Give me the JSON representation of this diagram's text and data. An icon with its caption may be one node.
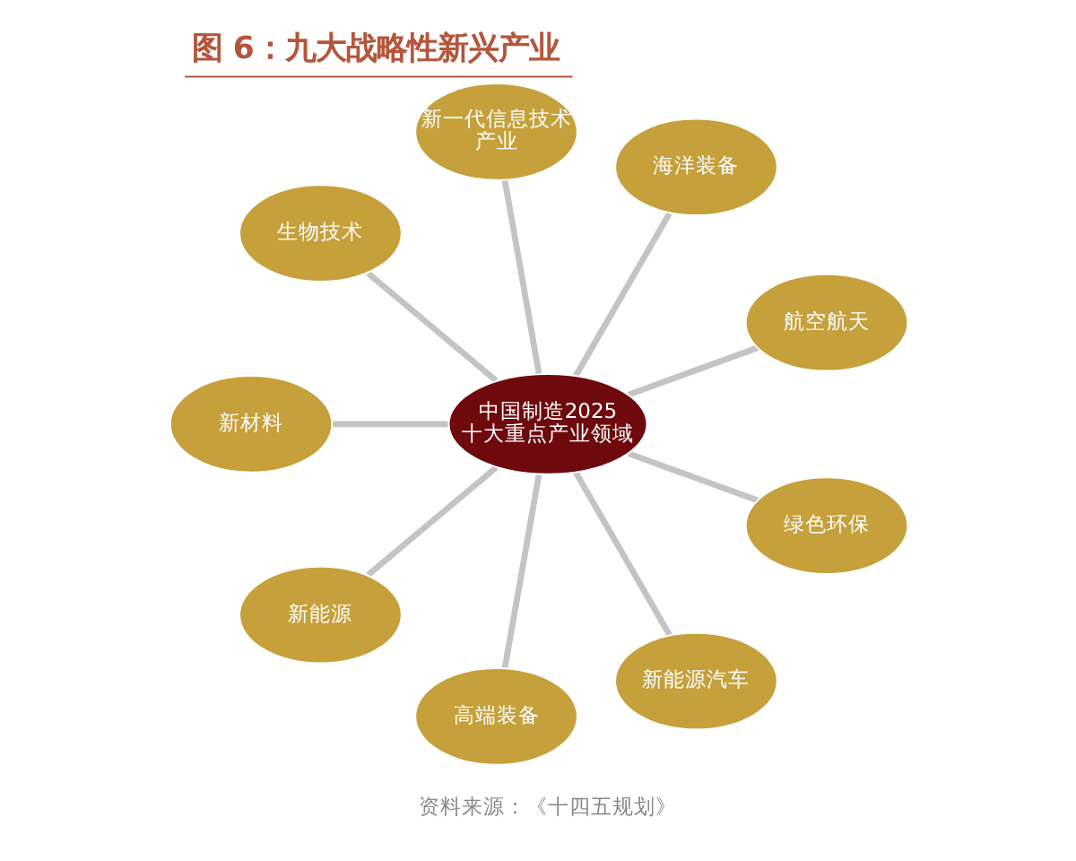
{
  "diagram": {
    "title": "图 6：九大战略性新兴产业",
    "caption": "资料来源：《十四五规划》",
    "nodes": [
      {
        "text": [
          "新一代信息技术产业"
        ]
      },
      {
        "text": [
          "生物技术"
        ]
      },
      {
        "text": [
          "海洋装备"
        ]
      },
      {
        "text": [
          "新材料"
        ]
      },
      {
        "text": [
          "中国制造2025十大重点产业领域"
        ]
      },
      {
        "text": [
          "航空航天"
        ]
      },
      {
        "text": [
          "新能源"
        ]
      },
      {
        "text": [
          "高端装备"
        ]
      },
      {
        "text": [
          "绿色环保"
        ]
      },
      {
        "text": [
          "新能源汽车"
        ]
      }
    ],
    "edges": [
      {
        "from": 4,
        "to": 0,
        "arrow": "none"
      },
      {
        "from": 4,
        "to": 2,
        "arrow": "none"
      },
      {
        "from": 4,
        "to": 5,
        "arrow": "none"
      },
      {
        "from": 4,
        "to": 8,
        "arrow": "none"
      },
      {
        "from": 4,
        "to": 9,
        "arrow": "none"
      },
      {
        "from": 4,
        "to": 7,
        "arrow": "none"
      },
      {
        "from": 4,
        "to": 6,
        "arrow": "none"
      },
      {
        "from": 4,
        "to": 3,
        "arrow": "none"
      },
      {
        "from": 4,
        "to": 1,
        "arrow": "none"
      }
    ]
  }
}
